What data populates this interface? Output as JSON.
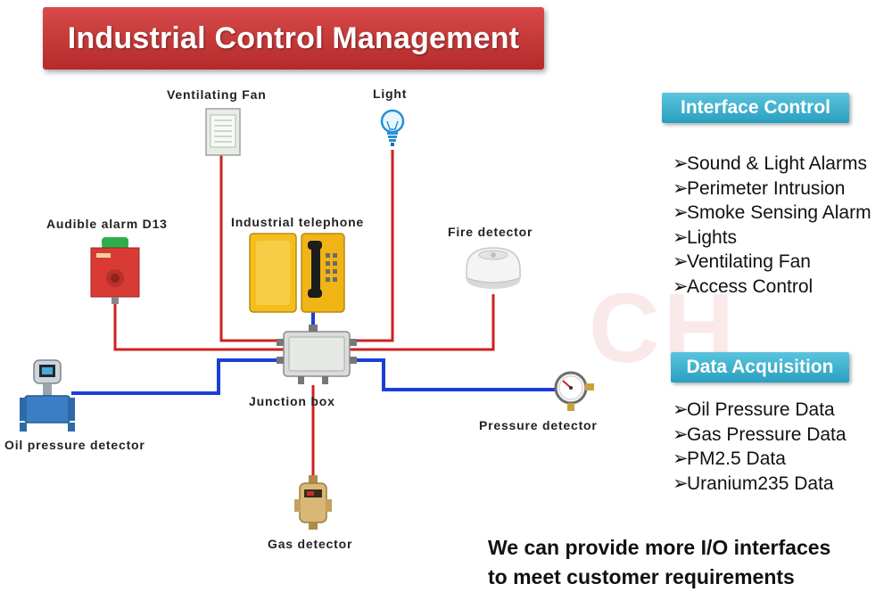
{
  "title": "Industrial Control Management",
  "devices": {
    "fan": "Ventilating Fan",
    "light": "Light",
    "alarm": "Audible alarm D13",
    "telephone": "Industrial telephone",
    "fire": "Fire detector",
    "junction": "Junction box",
    "oil": "Oil pressure detector",
    "pressure": "Pressure detector",
    "gas": "Gas detector"
  },
  "interface_control": {
    "heading": "Interface Control",
    "items": [
      "Sound & Light Alarms",
      "Perimeter Intrusion",
      "Smoke Sensing Alarm",
      "Lights",
      "Ventilating Fan",
      "Access Control"
    ]
  },
  "data_acquisition": {
    "heading": "Data Acquisition",
    "items": [
      "Oil Pressure Data",
      "Gas Pressure Data",
      "PM2.5 Data",
      "Uranium235 Data"
    ]
  },
  "footer": {
    "line1": "We can provide more I/O interfaces",
    "line2": "to meet customer requirements"
  },
  "colors": {
    "title_banner": "#c43636",
    "control_wire": "#cc2222",
    "data_wire": "#1a3fd6",
    "pill": "#35aacb"
  },
  "icons": [
    "fan-icon",
    "light-bulb-icon",
    "alarm-icon",
    "telephone-icon",
    "fire-detector-icon",
    "junction-box-icon",
    "flow-meter-icon",
    "pressure-gauge-icon",
    "gas-meter-icon"
  ]
}
